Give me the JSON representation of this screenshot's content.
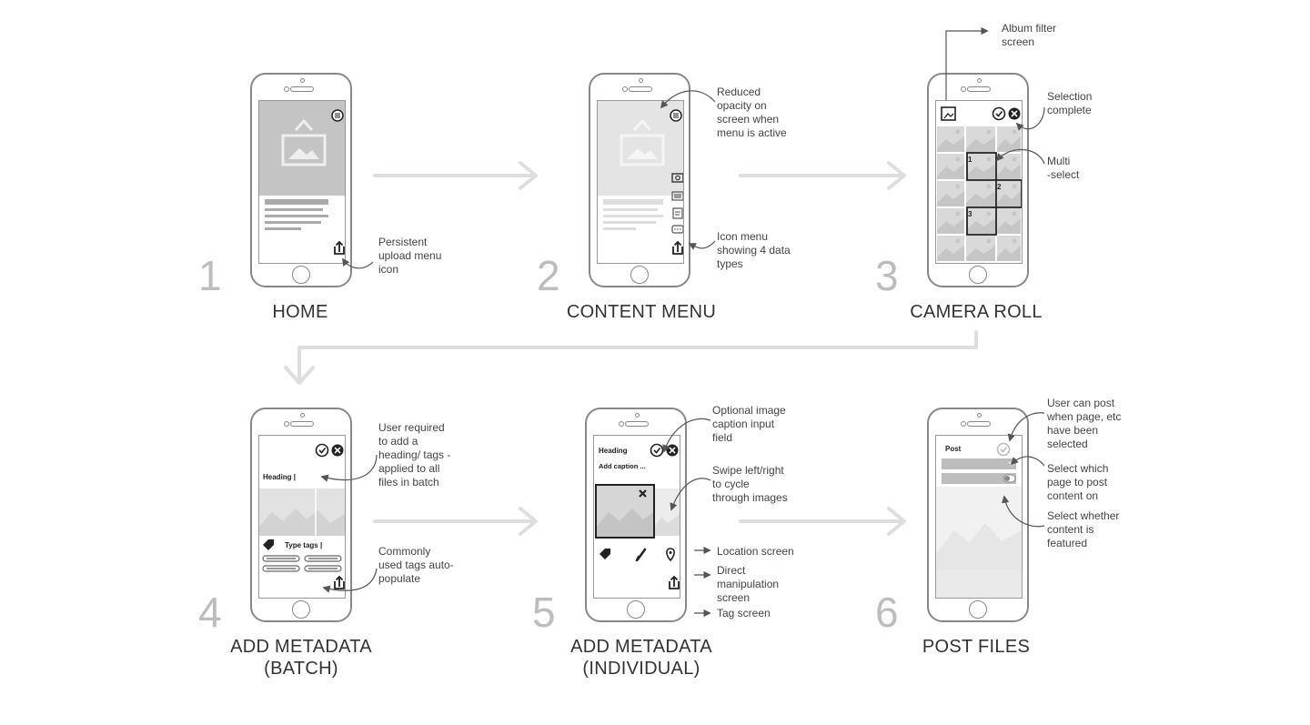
{
  "steps": [
    {
      "number": "1",
      "title": "HOME"
    },
    {
      "number": "2",
      "title": "CONTENT MENU"
    },
    {
      "number": "3",
      "title": "CAMERA ROLL"
    },
    {
      "number": "4",
      "title": "ADD METADATA\n(BATCH)"
    },
    {
      "number": "5",
      "title": "ADD METADATA\n(INDIVIDUAL)"
    },
    {
      "number": "6",
      "title": "POST FILES"
    }
  ],
  "annotations": {
    "persistent_upload": "Persistent\nupload menu\nicon",
    "reduced_opacity": "Reduced\nopacity on\nscreen when\nmenu is active",
    "icon_menu": "Icon menu\nshowing 4 data\ntypes",
    "album_filter": "Album filter\nscreen",
    "selection_complete": "Selection\ncomplete",
    "multi_select": "Multi\n-select",
    "heading_required": "User required\nto add a\nheading/ tags -\napplied to all\nfiles in batch",
    "common_tags": "Commonly\nused tags auto-\npopulate",
    "optional_caption": "Optional image\ncaption input\nfield",
    "swipe": "Swipe left/right\nto cycle\nthrough images",
    "location_screen": "Location screen",
    "direct_manipulation": "Direct\nmanipulation\nscreen",
    "tag_screen": "Tag screen",
    "user_can_post": "User can post\nwhen page, etc\nhave been\nselected",
    "select_page": "Select which\npage to post\ncontent on",
    "select_featured": "Select whether\ncontent is\nfeatured"
  },
  "screen_text": {
    "heading_batch": "Heading |",
    "type_tags": "Type tags |",
    "heading_individual": "Heading",
    "add_caption": "Add caption ...",
    "post": "Post",
    "select_num_1": "1",
    "select_num_2": "2",
    "select_num_3": "3"
  }
}
